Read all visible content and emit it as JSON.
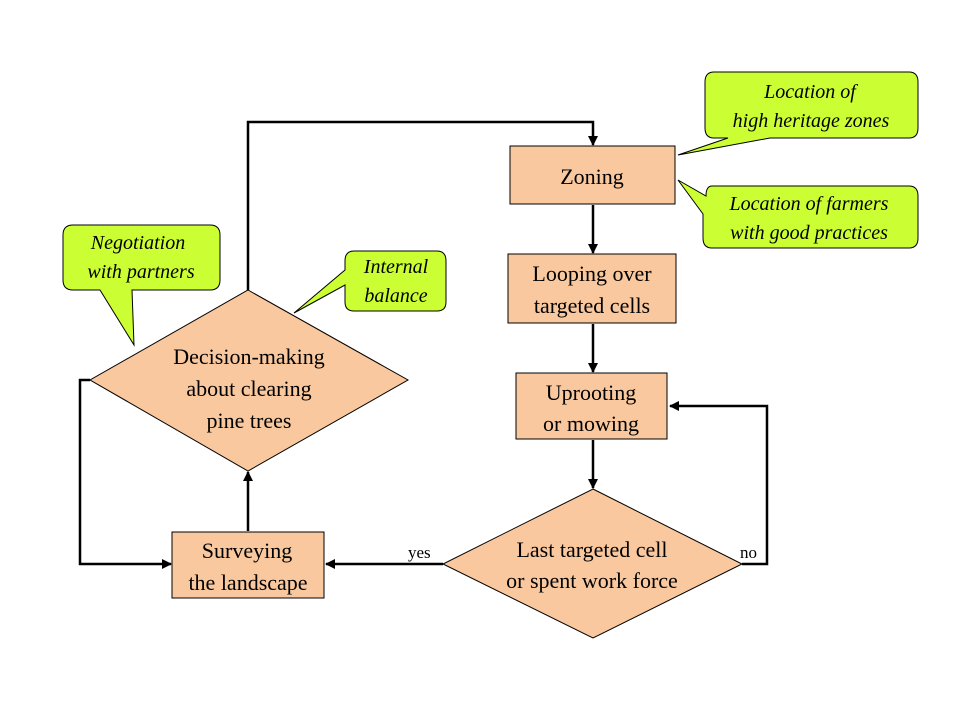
{
  "colors": {
    "box_fill": "#fac89e",
    "callout_fill": "#ccff33",
    "line": "#000000"
  },
  "nodes": {
    "zoning": "Zoning",
    "looping": [
      "Looping over",
      "targeted cells"
    ],
    "uprooting": [
      "Uprooting",
      "or mowing"
    ],
    "last_cell": [
      "Last targeted cell",
      "or spent work force"
    ],
    "surveying": [
      "Surveying",
      "the landscape"
    ],
    "decision": [
      "Decision-making",
      "about clearing",
      "pine trees"
    ]
  },
  "callouts": {
    "heritage": [
      "Location of",
      "high heritage zones"
    ],
    "farmers": [
      "Location of  farmers",
      "with good practices"
    ],
    "negotiation": [
      "Negotiation",
      "with partners"
    ],
    "internal": [
      "Internal",
      "balance"
    ]
  },
  "edge_labels": {
    "yes": "yes",
    "no": "no"
  }
}
